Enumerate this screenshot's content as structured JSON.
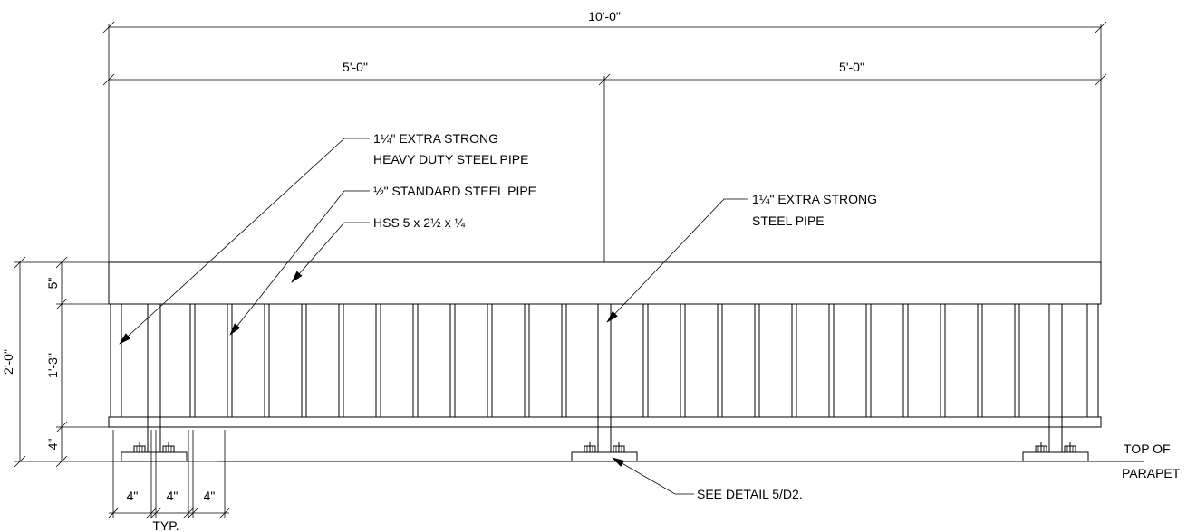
{
  "dimensions": {
    "overall": "10'-0\"",
    "left_half": "5'-0\"",
    "right_half": "5'-0\"",
    "total_height": "2'-0\"",
    "top_rail": "5\"",
    "picket_zone": "1'-3\"",
    "base_gap": "4\"",
    "spacing_1": "4\"",
    "spacing_2": "4\"",
    "spacing_3": "4\"",
    "typ": "TYP."
  },
  "callouts": {
    "pipe_heavy_line1": "1¼\" EXTRA STRONG",
    "pipe_heavy_line2": "HEAVY DUTY STEEL PIPE",
    "pipe_standard": "½\" STANDARD STEEL PIPE",
    "hss": "HSS 5 x 2½ x ¼",
    "pipe_post_line1": "1¼\" EXTRA STRONG",
    "pipe_post_line2": "STEEL PIPE",
    "detail_ref": "SEE DETAIL 5/D2.",
    "parapet_line1": "TOP OF",
    "parapet_line2": "PARAPET"
  }
}
